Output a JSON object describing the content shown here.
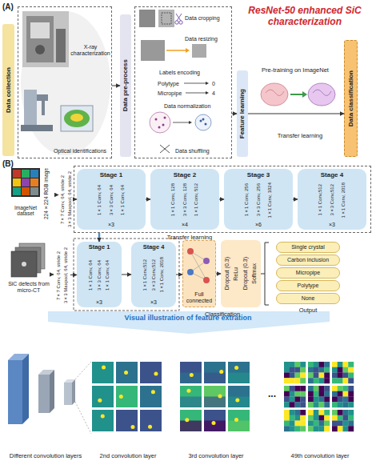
{
  "diagram": {
    "title": "ResNet-50 enhanced SiC characterization",
    "nodes": [
      {
        "text": [
          "Data collection"
        ]
      },
      {
        "text": [
          "X-ray characterization",
          "Optical identifications"
        ]
      },
      {
        "text": [
          "Data pre-process"
        ]
      },
      {
        "text": [
          "Data cropping",
          "Data resizing",
          "Labels encoding",
          "Polytype",
          "0",
          "Micropipe",
          "4",
          "Data normalization",
          "Data shuffling"
        ]
      },
      {
        "text": [
          "Feature learning"
        ]
      },
      {
        "text": [
          "Data classification"
        ]
      },
      {
        "text": [
          "224×224 RGB image",
          "ImageNet dataset"
        ]
      },
      {
        "text": [
          "7×7 Conv, 64, stride 2",
          "3×3 Maxpool, 64, stride 2"
        ]
      },
      {
        "text": [
          "Transfer learning"
        ]
      },
      {
        "text": [
          "Stage 1",
          "1×1 Conv, 64",
          "3×3 Conv, 64",
          "1×1 Conv, 64",
          "×3"
        ],
        "in": 8
      },
      {
        "text": [
          "Stage 2",
          "1×1 Conv, 128",
          "3×3 Conv, 128",
          "1×1 Conv, 512",
          "×4"
        ],
        "in": 8
      },
      {
        "text": [
          "Stage 3",
          "1×1 Conv, 256",
          "3×3 Conv, 256",
          "1×1 Conv, 1024",
          "×6"
        ],
        "in": 8
      },
      {
        "text": [
          "Stage 4",
          "1×1 Conv,512",
          "3×3 Conv,512",
          "1×1 Conv, 2018",
          "×3"
        ],
        "in": 8
      },
      {
        "text": [
          "SiC defects from micro-CT"
        ]
      },
      {
        "text": [
          "7×7 Conv, 64, stride 2",
          "3×3 Maxpool, 64, stride 2"
        ]
      },
      {
        "text": [
          "Stage 1",
          "1×1 Conv, 64",
          "3×3 Conv, 64",
          "1×1 Conv, 64",
          "×3"
        ]
      },
      {
        "text": [
          "Stage 4",
          "1×1 Conv,512",
          "3×3 Conv,512",
          "1×1 Conv, 2018",
          "×3"
        ]
      },
      {
        "text": [
          "Full connected"
        ]
      },
      {
        "text": [
          "Dropout (0.3)",
          "ReLu",
          "Dropout (0.3)",
          "Softmax"
        ]
      },
      {
        "text": [
          "Single crystal"
        ]
      },
      {
        "text": [
          "Carbon inclusion"
        ]
      },
      {
        "text": [
          "Micropipe"
        ]
      },
      {
        "text": [
          "Polytype"
        ]
      },
      {
        "text": [
          "None"
        ]
      },
      {
        "text": [
          "Visual illustration of feature extration"
        ]
      }
    ],
    "edges": [
      {
        "from": 1,
        "to": 2,
        "arrow": "to"
      },
      {
        "from": 3,
        "to": 4,
        "arrow": "to"
      },
      {
        "from": 4,
        "to": 5,
        "arrow": "to"
      },
      {
        "from": 6,
        "to": 7,
        "arrow": "to"
      },
      {
        "from": 7,
        "to": 9,
        "arrow": "to"
      },
      {
        "from": 9,
        "to": 10,
        "arrow": "to"
      },
      {
        "from": 10,
        "to": 11,
        "arrow": "to"
      },
      {
        "from": 11,
        "to": 12,
        "arrow": "to"
      },
      {
        "from": 8,
        "to": 15,
        "arrow": "to"
      },
      {
        "from": 13,
        "to": 14,
        "arrow": "to"
      },
      {
        "from": 14,
        "to": 15,
        "arrow": "to"
      },
      {
        "from": 15,
        "to": 16,
        "arrow": "to"
      },
      {
        "from": 16,
        "to": 17,
        "arrow": "to"
      },
      {
        "from": 17,
        "to": 18,
        "arrow": "to"
      }
    ],
    "labels": [
      "(A)",
      "Pre-training on ImageNet",
      "Transfer learning",
      "(B)",
      "Classification",
      "Output",
      "Different convolution layers",
      "2nd convolution layer",
      "3rd convolution layer",
      "...",
      "49th convolution layer"
    ]
  }
}
